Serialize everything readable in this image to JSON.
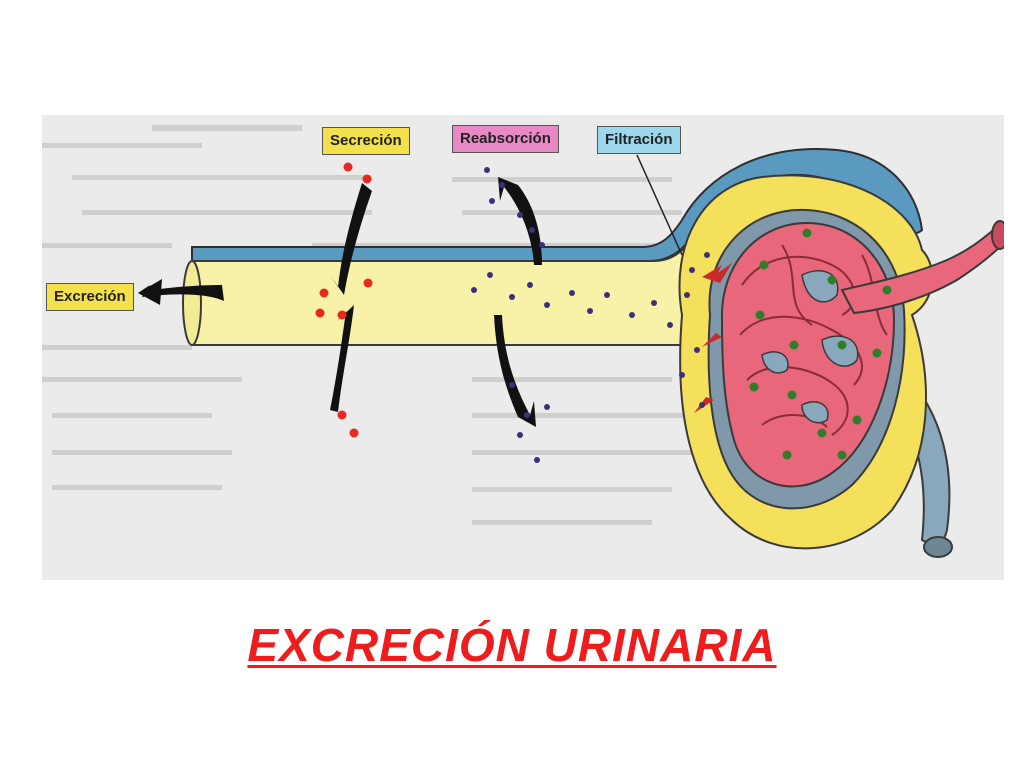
{
  "diagram": {
    "labels": {
      "excretion": "Excreción",
      "secretion": "Secreción",
      "reabsorption": "Reabsorción",
      "filtration": "Filtración"
    }
  },
  "page": {
    "title": "EXCRECIÓN URINARIA"
  },
  "colors": {
    "tubule_fill": "#f7f2a8",
    "capsule_fill": "#f5e05c",
    "capillary": "#e8677a",
    "vessel_blue": "#8aa8bb",
    "outer_blue": "#5b9ac0",
    "particle_red": "#e8291f",
    "particle_purple": "#3c2f7e",
    "particle_green": "#2f7d2a",
    "title_red": "#ee1c1c"
  }
}
